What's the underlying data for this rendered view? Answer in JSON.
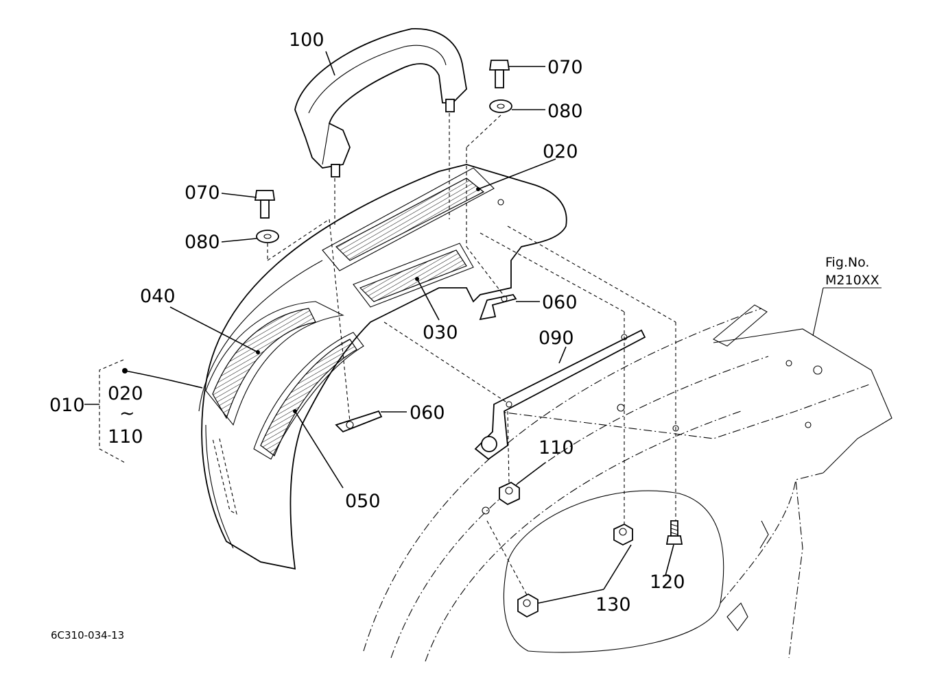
{
  "figure": {
    "fig_label": "Fig.No.",
    "fig_number": "M210XX",
    "drawing_code": "6C310-034-13"
  },
  "callouts": {
    "p100": "100",
    "p070_top": "070",
    "p080_top": "080",
    "p020": "020",
    "p070_left": "070",
    "p080_left": "080",
    "p040": "040",
    "p030": "030",
    "p060_right": "060",
    "p090": "090",
    "p010": "010",
    "p010_range_start": "020",
    "p010_range_sep": "~",
    "p010_range_end": "110",
    "p060_left": "060",
    "p110": "110",
    "p050": "050",
    "p130": "130",
    "p120": "120"
  }
}
